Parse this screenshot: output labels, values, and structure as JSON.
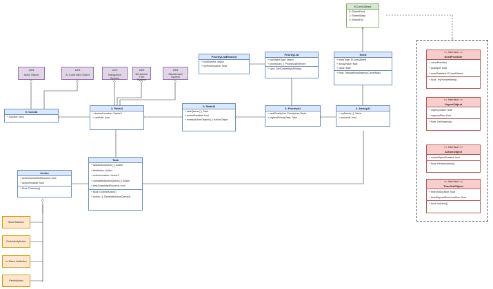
{
  "enum_ecoreai_need": {
    "title": "ECoreAINeed",
    "items": [
      "0: ENeedFood",
      "1: ENeedSleep",
      "2: ENeedFun"
    ]
  },
  "ue_classes": [
    {
      "id": "actor",
      "line1": "UE5",
      "line2": "Actor Object"
    },
    {
      "id": "ai-controller",
      "line1": "UE5",
      "line2": "AI Controller Object"
    },
    {
      "id": "navigation",
      "line1": "UE5",
      "line2": "Navigation System"
    },
    {
      "id": "behaviour-tree",
      "line1": "UE5",
      "line2": "Behaviour Tree System"
    },
    {
      "id": "blackboard",
      "line1": "UE5",
      "line2": "Blackboard System"
    }
  ],
  "core_ai": {
    "title": "0: CoreAI",
    "fields": [
      "+ IsActive: bool"
    ]
  },
  "path_ai": {
    "title": "1: PathAI",
    "fields": [
      "+ desiredLocation: Vector3",
      "+ canPath: bool"
    ]
  },
  "state_ai": {
    "title": "2: StateAI",
    "fields": [
      "+ taskQueue [ ]: Task",
      "+ actionPossible: bool",
      "+ nearbyActionObjects [ ]: ActionObject"
    ]
  },
  "priority_ai": {
    "title": "3: PriorityAI",
    "fields": [
      "+ taskPriorityList: PriorityList<Task>",
      "+ highestPriorityTask: Task"
    ]
  },
  "needy_ai": {
    "title": "4: NeedyAI",
    "fields": [
      "+ myNeeds [ ]: Need",
      "+ personal: bool"
    ]
  },
  "priority_list_element": {
    "title": "PriorityListElement",
    "fields": [
      "+ myElement: object",
      "+ myPriorityValue: float"
    ]
  },
  "priority_list": {
    "title": "PriorityList",
    "fields": [
      "+ myObjectType: object",
      "+ priorityList [ ]: PriorityListElement"
    ],
    "methods": [
      "+ Void: SortContents(isPriority)"
    ]
  },
  "need": {
    "title": "Need",
    "fields": [
      "+ needType: ECoreAINeed",
      "+ decayValue: float",
      "+ value: float"
    ],
    "methods": [
      "+ float: TranslateValUrgencyCurve(float)"
    ]
  },
  "task": {
    "title": "Task",
    "fields": [
      "+ taskActionQueue [ ]: Action",
      "+ firstAction: Action",
      "+ actionLocation: Vector3",
      "+ completedActionQueue [ ]: Action",
      "+ taskCompletedSuccess: bool"
    ],
    "methods": [
      "+ Bool: DoNextAction()",
      "+ Action [ ]: GenerateActionQueue()"
    ]
  },
  "action": {
    "title": "Action",
    "fields": [
      "+ actionCompletedSuccess: bool",
      "+ actionPossible: bool"
    ],
    "methods": [
      "+ Bool: DoAction()"
    ]
  },
  "action_subclasses": [
    "MoveToAction",
    "FindActivityAction",
    "In-Place-JobAction",
    "PerishAction"
  ],
  "interfaces": [
    {
      "id": "need-provider",
      "stereotype": "<< Interface >>",
      "title": "NeedProvider",
      "fields": [
        "+ valueProvided",
        "+ qualityOf: float",
        "+ needSatisfied: ECoreAINeed"
      ],
      "methods": [
        "+ Bool: TryProvideNeed()"
      ]
    },
    {
      "id": "urgent-object",
      "stereotype": "<< Interface >>",
      "title": "UrgentObject",
      "fields": [
        "+ urgencyValue: float",
        "+ urgencyRise: float"
      ],
      "methods": [
        "+ float: GetUrgency()"
      ]
    },
    {
      "id": "action-object",
      "stereotype": "<< Interface >>",
      "title": "ActionObject",
      "fields": [
        "+ actionObjectEnabled: bool"
      ],
      "methods": [
        "+ Bool: PerformAction()"
      ]
    },
    {
      "id": "time-out-object",
      "stereotype": "<< Interface >>",
      "title": "TimeOutObject",
      "fields": [
        "+ timeOutDuration: float",
        "+ timeElapsedSinceLastUse: float"
      ],
      "methods": [
        "+ Bool: IsActive()"
      ]
    }
  ],
  "colors": {
    "class_header": "#dae8fc",
    "class_border": "#6c8ebf",
    "ue_fill": "#e1d5e7",
    "ue_border": "#9673a6",
    "leaf_fill": "#ffe6cc",
    "leaf_border": "#d79b00",
    "interface_fill": "#f8cecc",
    "interface_border": "#b85450",
    "enum_fill": "#d5e8d4"
  }
}
